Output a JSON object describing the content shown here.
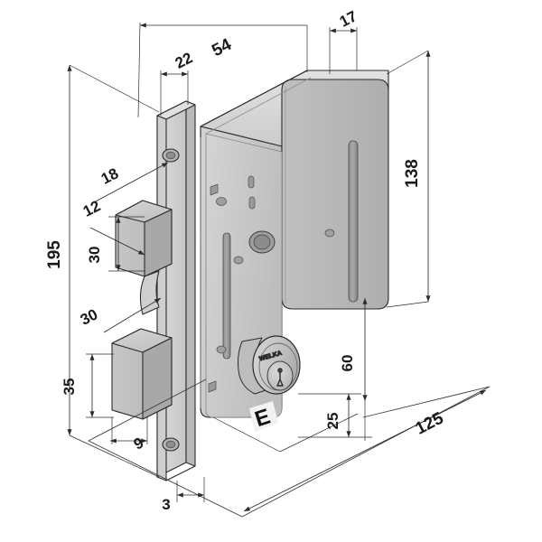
{
  "drawing": {
    "title": "Mortise Lock Technical Drawing",
    "type": "isometric-dimensioned-drawing",
    "background_color": "#ffffff",
    "line_color": "#2b2b2b",
    "body_fill": "#c9c9c9",
    "body_fill_light": "#d8d8d8",
    "body_fill_dark": "#b0b0b0",
    "bolt_fill": "#bcbcbc",
    "faceplate_fill": "#d2d2d2",
    "cylinder_fill": "#c4c4c4",
    "units": "mm"
  },
  "dimensions": {
    "overall_height_faceplate": "195",
    "body_width_54": "54",
    "backset_22": "22",
    "edge_17": "17",
    "body_height_138": "138",
    "hole_18": "18",
    "bolt_12": "12",
    "bolt_spacing_30_upper": "30",
    "bolt_spacing_30_lower": "30",
    "deadbolt_35": "35",
    "bolt_projection_9": "9",
    "faceplate_thickness_3": "3",
    "cylinder_center_60": "60",
    "cylinder_offset_25": "25",
    "depth_125": "125"
  },
  "labels": {
    "handing_mark": "E",
    "cylinder_brand": "WELKA"
  },
  "dimension_list": [
    {
      "value": "195",
      "name": "dim-195-overall-faceplate-height"
    },
    {
      "value": "54",
      "name": "dim-54-body-width"
    },
    {
      "value": "22",
      "name": "dim-22-backset"
    },
    {
      "value": "17",
      "name": "dim-17-edge"
    },
    {
      "value": "138",
      "name": "dim-138-body-height"
    },
    {
      "value": "18",
      "name": "dim-18-screw-hole"
    },
    {
      "value": "12",
      "name": "dim-12-latch"
    },
    {
      "value": "30",
      "name": "dim-30-upper"
    },
    {
      "value": "30",
      "name": "dim-30-lower"
    },
    {
      "value": "35",
      "name": "dim-35-deadbolt"
    },
    {
      "value": "9",
      "name": "dim-9-bolt-projection"
    },
    {
      "value": "3",
      "name": "dim-3-faceplate-thickness"
    },
    {
      "value": "60",
      "name": "dim-60-cylinder-center"
    },
    {
      "value": "25",
      "name": "dim-25-cylinder-offset"
    },
    {
      "value": "125",
      "name": "dim-125-depth"
    }
  ]
}
